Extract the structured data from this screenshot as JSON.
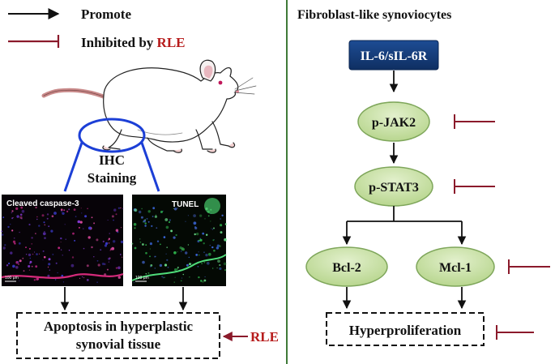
{
  "legend": {
    "promote_label": "Promote",
    "inhibited_prefix": "Inhibited by ",
    "inhibited_agent": "RLE"
  },
  "left": {
    "ihc_line1": "IHC",
    "ihc_line2": "Staining",
    "panel_caspase_label": "Cleaved caspase-3",
    "panel_tunel_label": "TUNEL",
    "scale_bar_label": "100 μm",
    "apoptosis_line1": "Apoptosis in hyperplastic",
    "apoptosis_line2": "synovial tissue",
    "rle_label": "RLE"
  },
  "right": {
    "title": "Fibroblast-like synoviocytes",
    "il6": "IL-6/sIL-6R",
    "pjak2": "p-JAK2",
    "pstat3": "p-STAT3",
    "bcl2": "Bcl-2",
    "mcl1": "Mcl-1",
    "hyperproliferation": "Hyperproliferation"
  },
  "colors": {
    "navy_box": "#123a78",
    "green_ellipse": "#c5dfa0",
    "green_stroke": "#7ea65a",
    "inhibit_red": "#8b1a2b",
    "divider_green": "#3f7a38",
    "ihc_blue": "#1c3fd6"
  }
}
